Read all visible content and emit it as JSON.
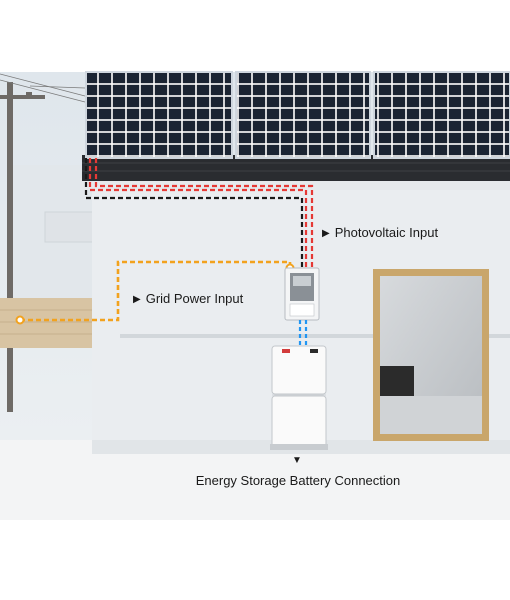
{
  "labels": {
    "photovoltaic": "Photovoltaic Input",
    "grid": "Grid Power Input",
    "battery": "Energy Storage Battery Connection",
    "arrow_right": "▶",
    "arrow_down": "▼"
  },
  "colors": {
    "pv_line": "#e53935",
    "ground_line": "#1a1a1a",
    "grid_line": "#f2a21e",
    "battery_line": "#2196f3",
    "panel_cell": "#1b2433",
    "wall": "#eaedf0",
    "roof": "#2a2c30",
    "window_frame": "#c9a66b"
  },
  "icons": {
    "inverter": "inverter-icon",
    "battery": "battery-icon",
    "solar_panel": "solar-panel-icon",
    "utility_pole": "utility-pole-icon"
  }
}
